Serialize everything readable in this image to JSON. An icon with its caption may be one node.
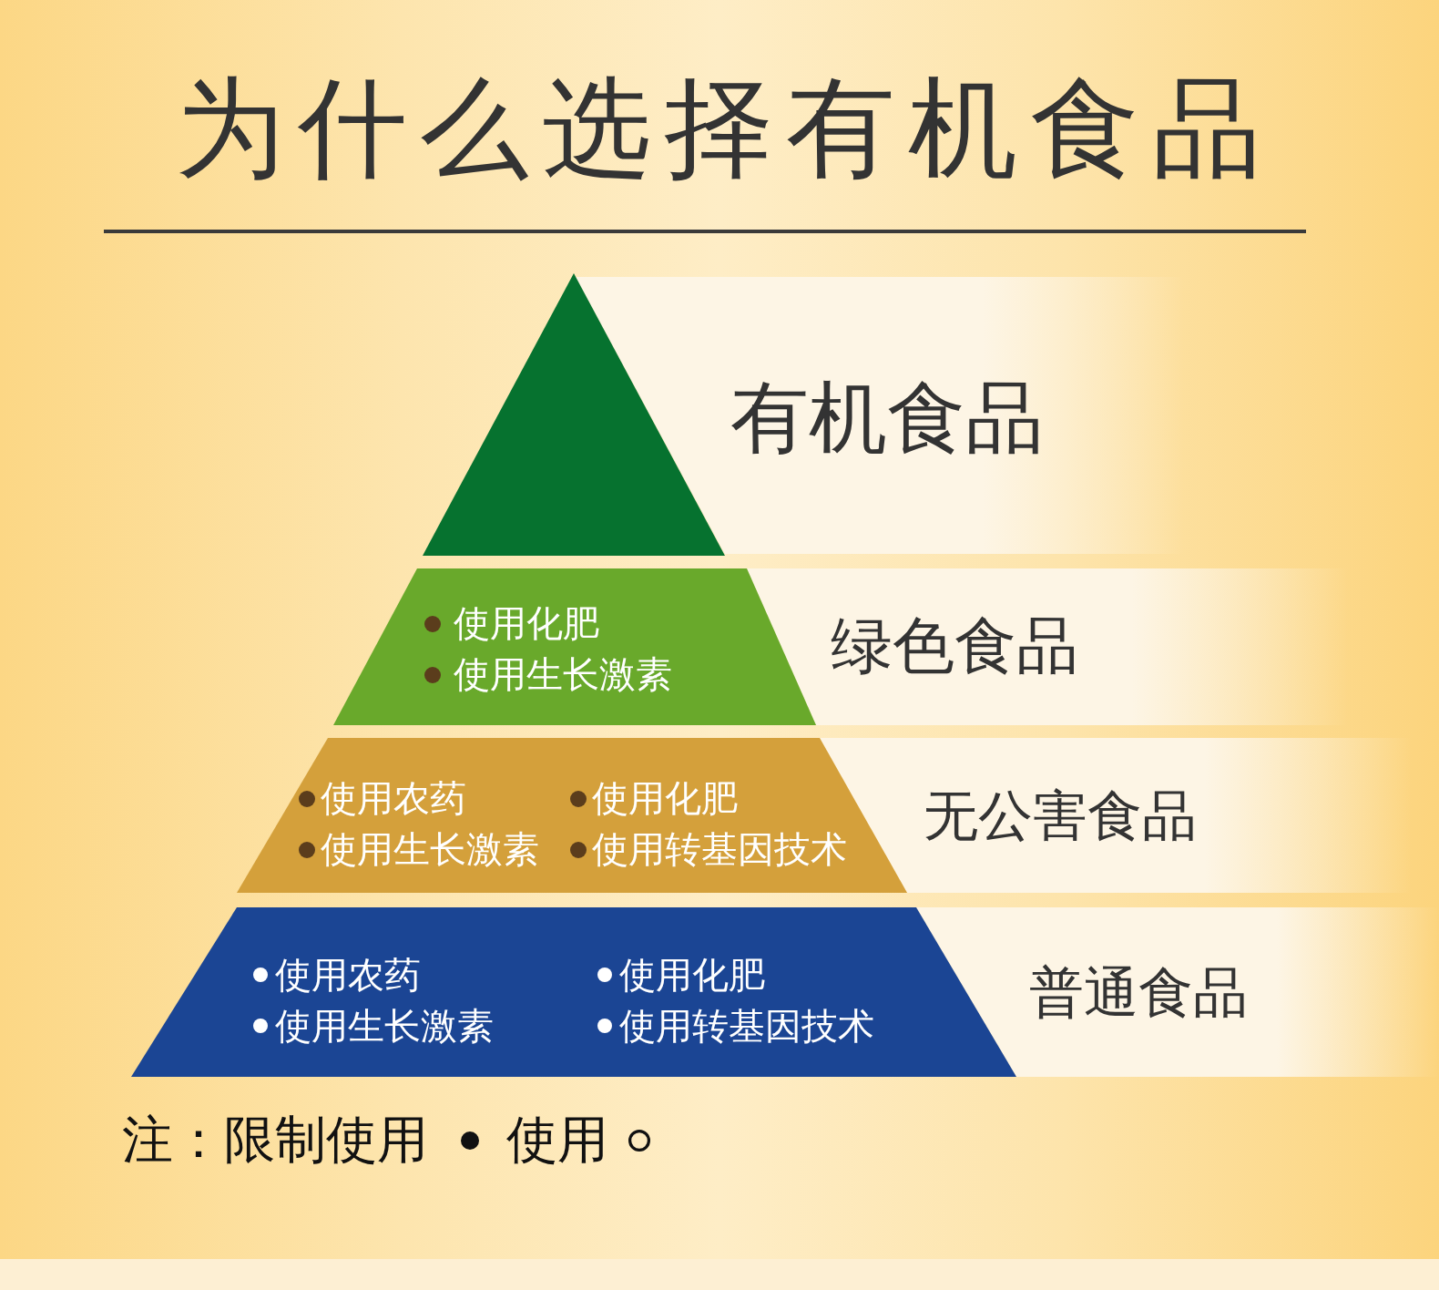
{
  "diagram": {
    "title": "为什么选择有机食品",
    "nodes": [
      {
        "text": [],
        "shape": "triangle"
      },
      {
        "text": [
          "有机食品"
        ]
      },
      {
        "text": [
          "使用化肥",
          "使用生长激素"
        ]
      },
      {
        "text": [
          "绿色食品"
        ]
      },
      {
        "text": [
          "使用农药",
          "使用化肥",
          "使用生长激素",
          "使用转基因技术"
        ]
      },
      {
        "text": [
          "无公害食品"
        ]
      },
      {
        "text": [
          "使用农药",
          "使用化肥",
          "使用生长激素",
          "使用转基因技术"
        ]
      },
      {
        "text": [
          "普通食品"
        ]
      }
    ],
    "labels": [
      "注："
    ],
    "legend": [
      {
        "text": "限制使用"
      },
      {
        "text": "使用"
      }
    ]
  }
}
